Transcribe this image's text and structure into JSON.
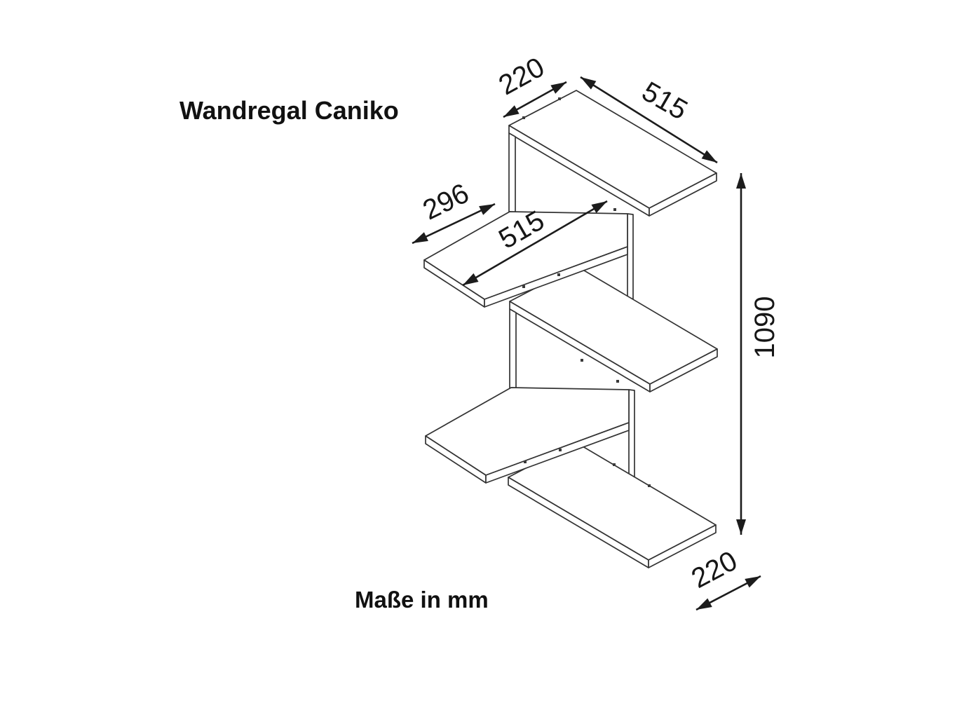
{
  "title": "Wandregal Caniko",
  "note": "Maße in mm",
  "dimensions": {
    "top_depth": "220",
    "top_length": "515",
    "shelf_overhang": "296",
    "shelf_length": "515",
    "total_height": "1090",
    "bottom_depth": "220"
  },
  "colors": {
    "line": "#333333",
    "dimension_line": "#1c1c1c",
    "text": "#111111",
    "background": "#ffffff"
  }
}
